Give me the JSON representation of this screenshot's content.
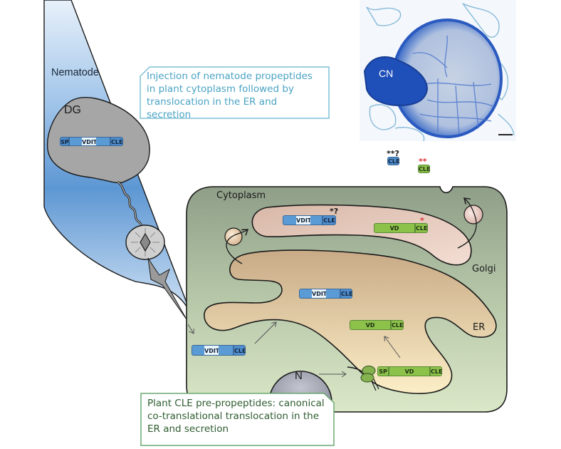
{
  "labels": {
    "nematode": "Nematode",
    "dorsal_gland": "DG",
    "cytoplasm": "Cytoplasm",
    "golgi": "Golgi",
    "er": "ER",
    "nucleus": "N",
    "micrograph_cn": "CN"
  },
  "callouts": {
    "nematode_pathway": "Injection of nematode propeptides in plant cytoplasm followed by translocation in the ER and secretion",
    "plant_pathway": "Plant CLE pre-propeptides: canonical co-translational translocation in the ER and secretion"
  },
  "peptides": {
    "nematode_gland": {
      "sp": "SP",
      "vdit": "VDIT",
      "cle": "CLE"
    },
    "nematode_cytoplasm": {
      "vdit": "VDIT",
      "cle": "CLE"
    },
    "nematode_er": {
      "vdit": "VDIT",
      "cle": "CLE"
    },
    "nematode_golgi": {
      "vdit": "VDIT",
      "cle": "CLE",
      "mark": "*?"
    },
    "plant_ribosome": {
      "sp": "SP",
      "vd": "VD",
      "cle": "CLE"
    },
    "plant_er": {
      "vd": "VD",
      "cle": "CLE"
    },
    "plant_golgi": {
      "vd": "VD",
      "cle": "CLE",
      "mark": "*"
    },
    "secreted_nematode": {
      "cle": "CLE",
      "mark": "**?"
    },
    "secreted_plant": {
      "cle": "CLE",
      "mark": "**"
    }
  },
  "colors": {
    "nematode_blue": "#5b9bd5",
    "nematode_dark": "#3f76ad",
    "vdit_highlight": "#eaf4fb",
    "plant_green": "#8dc24a",
    "plant_dark": "#5a8a37",
    "callout_blue": "#4aa3c4",
    "callout_green": "#4f8f57",
    "mark_red": "#e0343a"
  }
}
